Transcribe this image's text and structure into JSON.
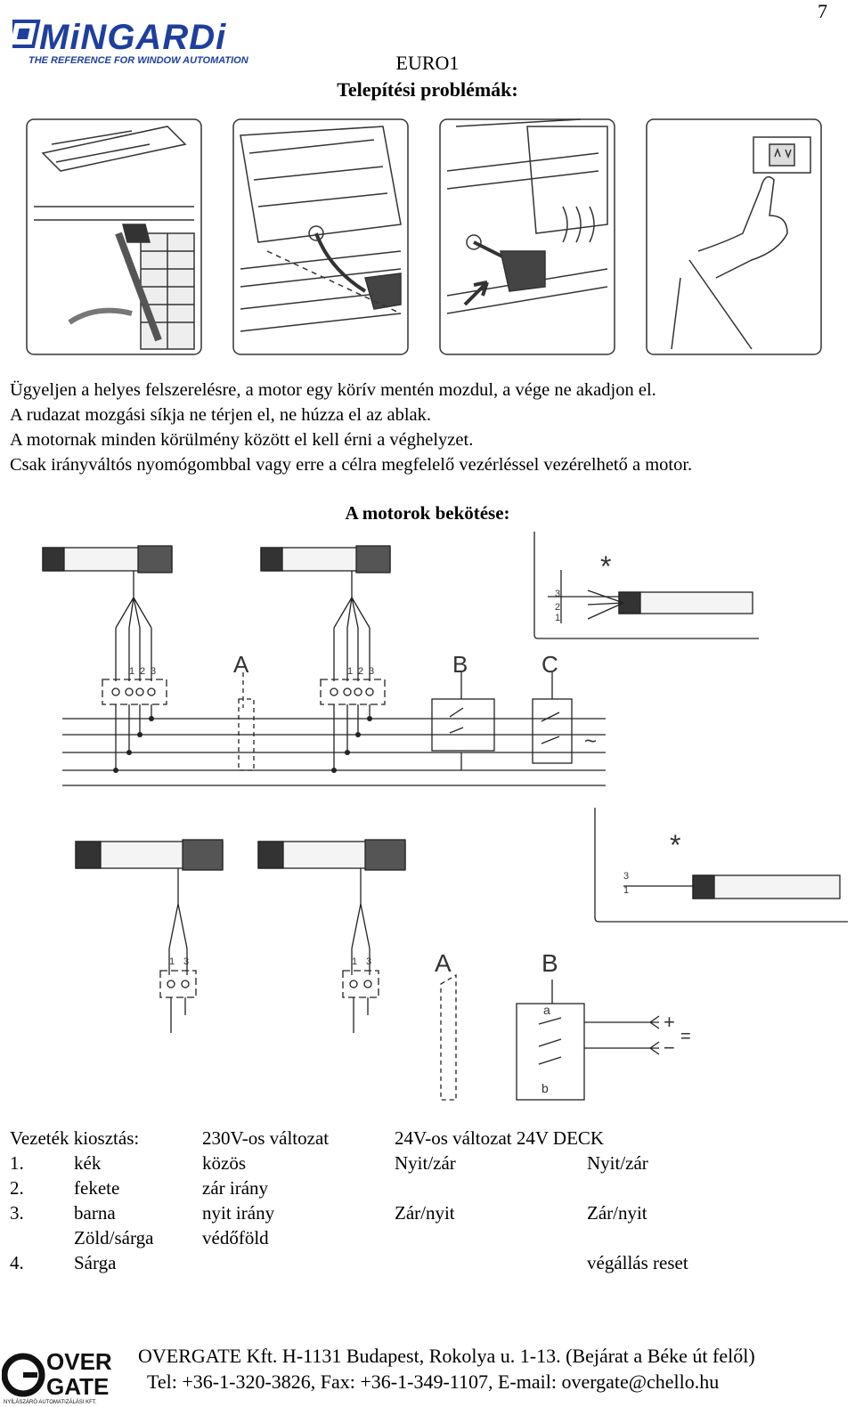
{
  "page_number": "7",
  "header": {
    "brand": "MiNGARDi",
    "tagline": "THE REFERENCE FOR WINDOW AUTOMATION",
    "model": "EURO1",
    "title": "Telepítési problémák:"
  },
  "instructions": [
    "Ügyeljen a helyes felszerelésre, a motor egy körív mentén mozdul, a vége ne akadjon el.",
    "A rudazat mozgási síkja ne térjen el, ne húzza el az ablak.",
    "A motornak minden körülmény között el kell érni a véghelyzet.",
    "Csak irányváltós nyomógombbal vagy erre a célra megfelelő vezérléssel vezérelhető a motor."
  ],
  "wiring": {
    "title": "A motorok bekötése:",
    "top_labels": {
      "a": "A",
      "b": "B",
      "c": "C",
      "star": "*",
      "ac": "~",
      "t1": "1",
      "t2": "2",
      "t3": "3"
    },
    "bottom_labels": {
      "a": "A",
      "b": "B",
      "star": "*",
      "plus": "+",
      "minus": "−",
      "dc": "=",
      "t1": "1",
      "t3": "3",
      "sw_a": "a",
      "sw_b": "b"
    }
  },
  "wire_table": {
    "header": [
      "Vezeték kiosztás:",
      "230V-os változat",
      "24V-os változat 24V DECK"
    ],
    "rows": [
      {
        "num": "1.",
        "color": "kék",
        "v230": "közös",
        "v24": "Nyit/zár",
        "deck": "Nyit/zár"
      },
      {
        "num": "2.",
        "color": "fekete",
        "v230": "zár irány",
        "v24": "",
        "deck": ""
      },
      {
        "num": "3.",
        "color": "barna",
        "v230": "nyit irány",
        "v24": "Zár/nyit",
        "deck": "Zár/nyit"
      },
      {
        "num": "",
        "color": "Zöld/sárga",
        "v230": "védőföld",
        "v24": "",
        "deck": ""
      },
      {
        "num": "4.",
        "color": "Sárga",
        "v230": "",
        "v24": "",
        "deck": "végállás reset"
      }
    ]
  },
  "footer": {
    "logo_top": "OVER",
    "logo_bottom": "GATE",
    "logo_sub": "NYÍLÁSZÁRÓ AUTOMATIZÁLÁSI KFT.",
    "address": "OVERGATE Kft. H-1131 Budapest, Rokolya u. 1-13. (Bejárat a Béke út felől)",
    "contact": "Tel: +36-1-320-3826, Fax: +36-1-349-1107, E-mail: overgate@chello.hu"
  }
}
